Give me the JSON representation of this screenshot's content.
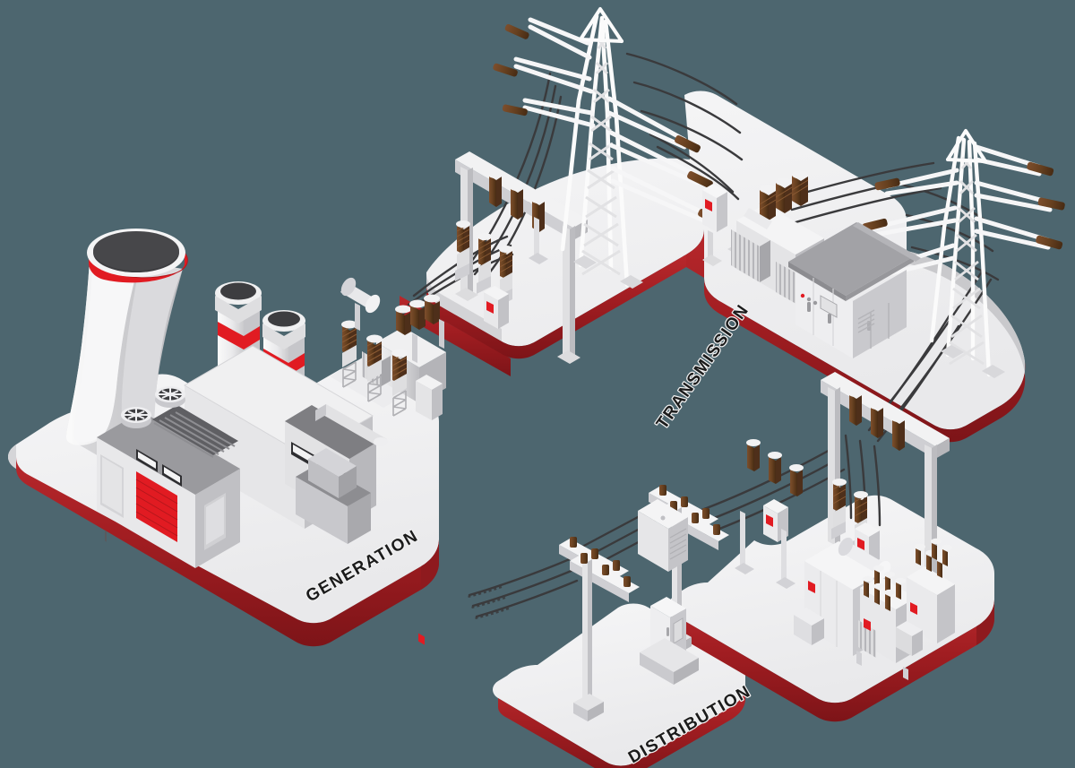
{
  "illustration": {
    "title": "Electric Power System Isometric Diagram",
    "background_color": "#4d666f"
  },
  "labels": {
    "generation": "GENERATION",
    "transmission": "TRANSMISSION",
    "distribution": "DISTRIBUTION"
  },
  "palette": {
    "background": "#4d666f",
    "platform_top": "#f1f1f1",
    "platform_top_shade": "#e4e4e6",
    "platform_edge_light": "#cfcfd2",
    "platform_edge_red": "#a01d21",
    "platform_edge_red_dark": "#7d1418",
    "platform_edge_red_light": "#c05b5e",
    "accent_red": "#e11b22",
    "metal_white": "#f4f4f5",
    "metal_light": "#dcdcde",
    "metal_mid": "#c4c4c7",
    "metal_dark": "#a8a8ab",
    "metal_shadow": "#8e8e92",
    "roof_gray": "#9a9a9e",
    "roof_dark": "#86868a",
    "insulator_brown": "#6b4226",
    "insulator_brown_dark": "#4e2f1a",
    "cable_dark": "#3a3a3c",
    "stack_top_dark": "#3d3d40",
    "label_text": "#1b1b1b",
    "label_halo": "#f2f2f2"
  },
  "zones": [
    {
      "id": "generation",
      "label": "GENERATION",
      "elements": [
        {
          "name": "cooling-tower",
          "type": "hyperboloid-tower",
          "color_body": "#f2f2f3",
          "color_rim": "#e11b22",
          "color_opening": "#3d3d40"
        },
        {
          "name": "chimney-stack-large",
          "type": "stack",
          "color_band": "#e11b22"
        },
        {
          "name": "chimney-stack-small",
          "type": "stack",
          "color_band": "#e11b22"
        },
        {
          "name": "turbine-hall",
          "type": "building"
        },
        {
          "name": "garage-door",
          "type": "door",
          "color": "#e11b22"
        },
        {
          "name": "roof-vent-fan",
          "type": "fan",
          "count": 3
        },
        {
          "name": "roof-louver-grille",
          "type": "grille"
        },
        {
          "name": "step-up-transformer",
          "type": "transformer"
        },
        {
          "name": "post-insulator-bank",
          "type": "insulator",
          "count": 4
        },
        {
          "name": "busbar-gantry",
          "type": "gantry"
        }
      ]
    },
    {
      "id": "transmission",
      "label": "TRANSMISSION",
      "elements": [
        {
          "name": "lattice-pylon-left",
          "type": "transmission-tower"
        },
        {
          "name": "lattice-pylon-right",
          "type": "transmission-tower"
        },
        {
          "name": "substation-gantry",
          "type": "gantry"
        },
        {
          "name": "power-transformer",
          "type": "transformer"
        },
        {
          "name": "control-building",
          "type": "building"
        },
        {
          "name": "suspension-insulator-string",
          "type": "insulator"
        },
        {
          "name": "overhead-conductor",
          "type": "cable"
        },
        {
          "name": "control-cabinet",
          "type": "cabinet"
        }
      ]
    },
    {
      "id": "distribution",
      "label": "DISTRIBUTION",
      "elements": [
        {
          "name": "utility-pole-near",
          "type": "pole"
        },
        {
          "name": "utility-pole-far",
          "type": "pole"
        },
        {
          "name": "pole-mounted-transformer",
          "type": "transformer"
        },
        {
          "name": "service-meter-cabinet",
          "type": "cabinet"
        },
        {
          "name": "distribution-substation-building",
          "type": "building"
        },
        {
          "name": "distribution-transformer",
          "type": "transformer",
          "count": 3
        },
        {
          "name": "bushing-insulator",
          "type": "insulator"
        },
        {
          "name": "warning-placard",
          "type": "sign",
          "color": "#e11b22"
        },
        {
          "name": "crossarm",
          "type": "crossarm"
        },
        {
          "name": "service-drop-cable",
          "type": "cable"
        }
      ]
    }
  ]
}
